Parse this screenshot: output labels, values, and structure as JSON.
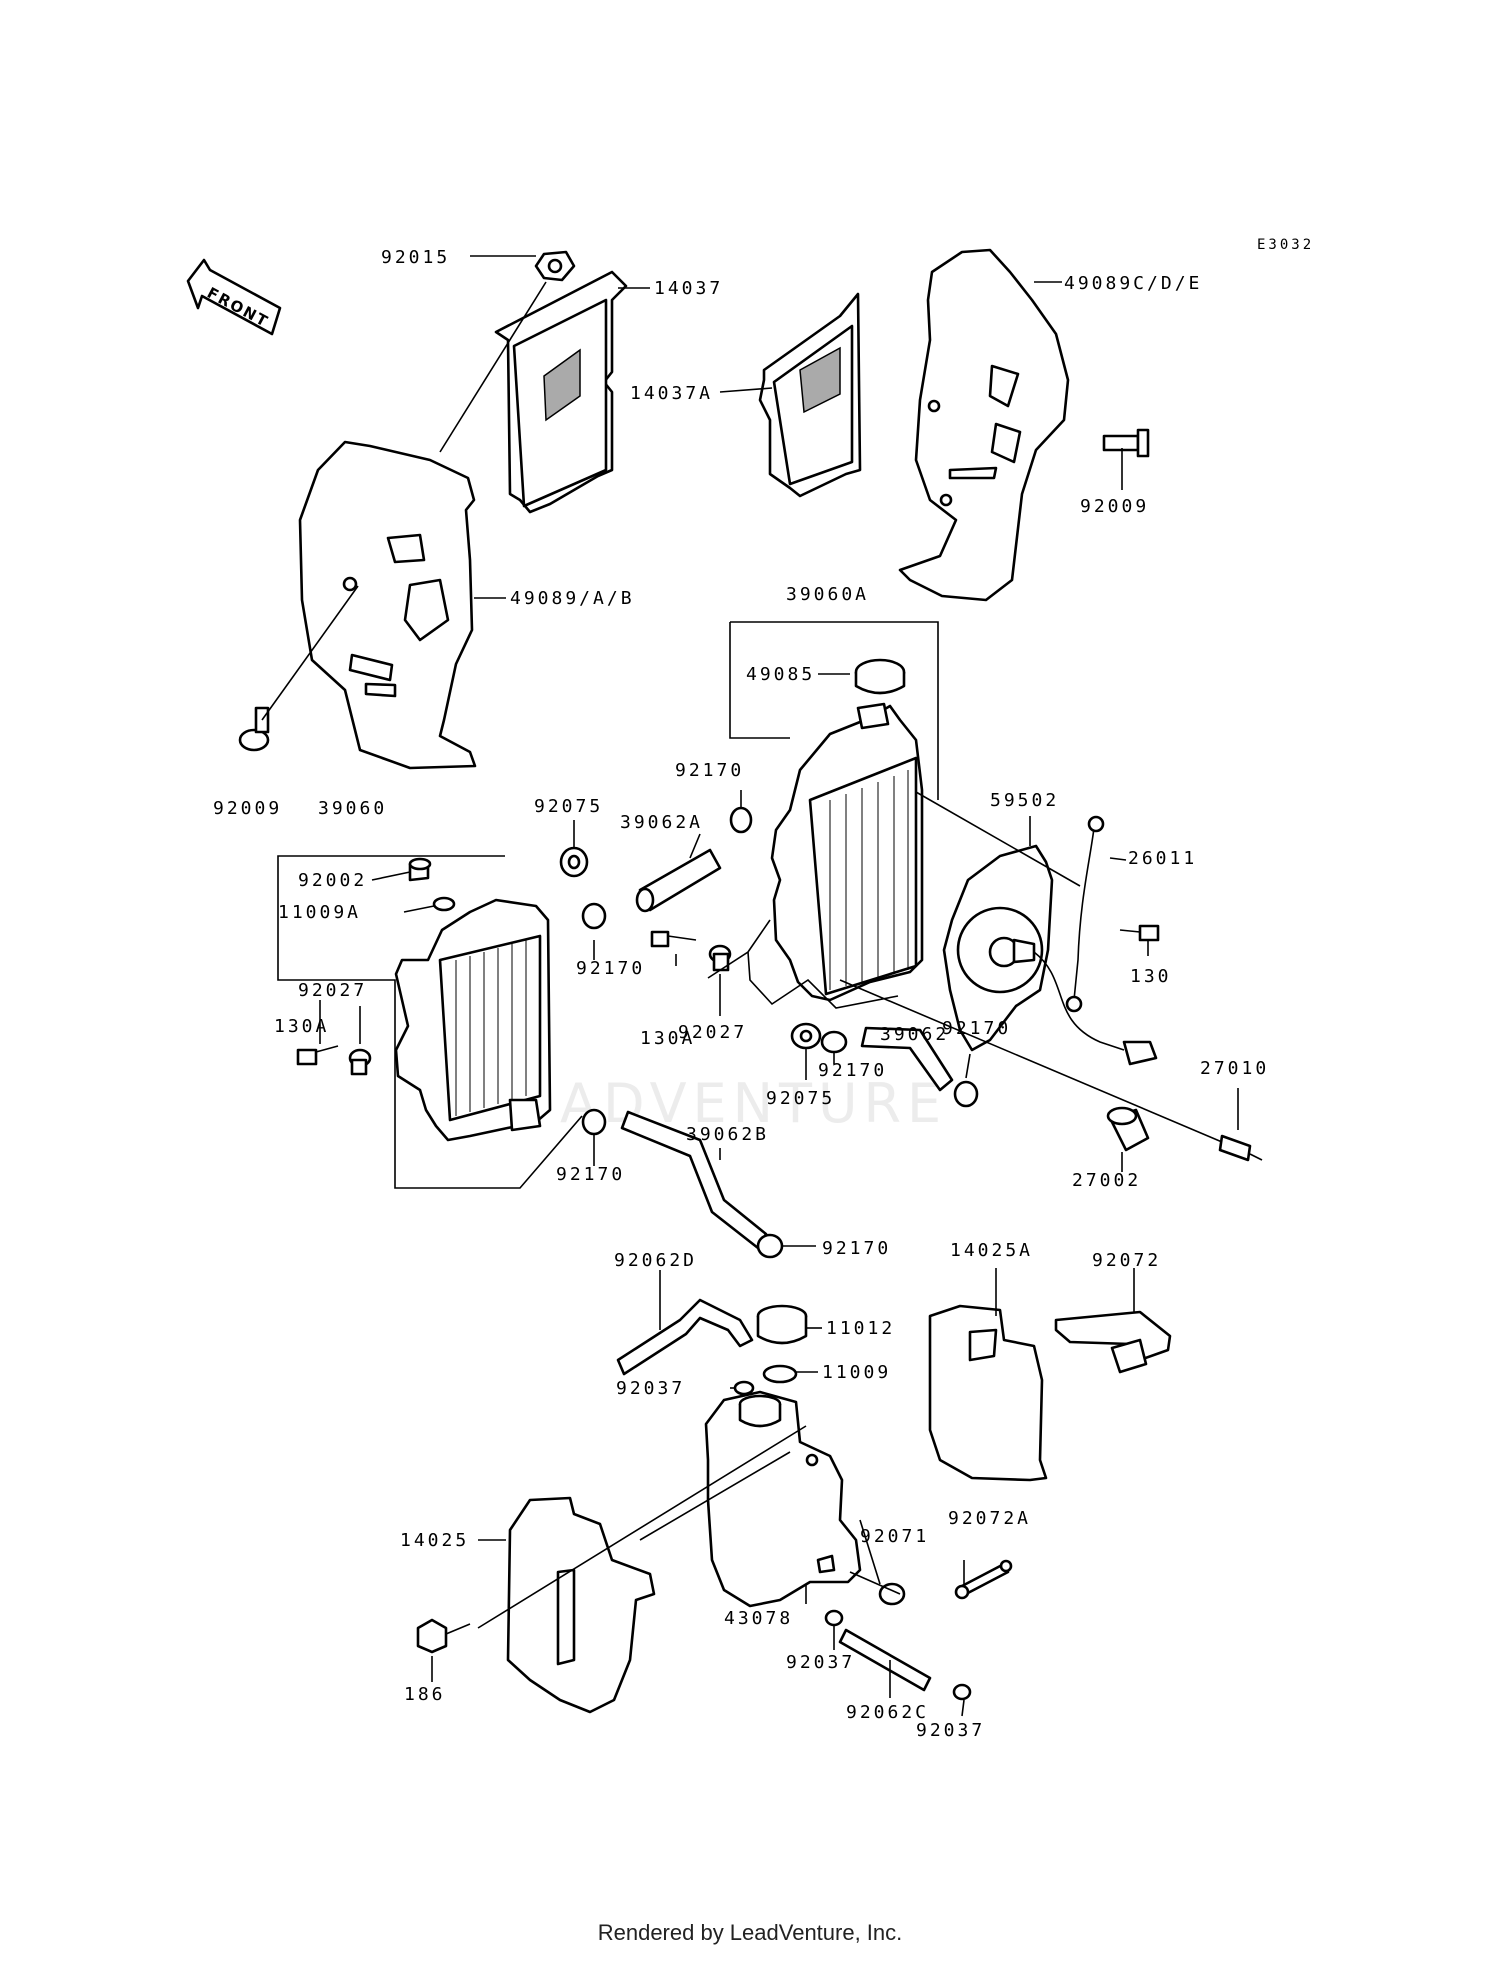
{
  "diagram": {
    "code": "E3032",
    "front_label": "FRONT",
    "watermark": "ADVENTURE",
    "footer": "Rendered by LeadVenture, Inc.",
    "labels": [
      "92015",
      "14037",
      "14037A",
      "49089C/D/E",
      "92009",
      "49089/A/B",
      "92009",
      "39060A",
      "49085",
      "92170",
      "39062A",
      "59502",
      "26011",
      "39060",
      "92075",
      "92002",
      "11009A",
      "92170",
      "130",
      "92027",
      "130A",
      "130A",
      "92027",
      "39062",
      "92170",
      "27010",
      "92170",
      "92075",
      "92170",
      "39062B",
      "27002",
      "92170",
      "92062D",
      "11012",
      "14025A",
      "92072",
      "92037",
      "11009",
      "92071",
      "92072A",
      "14025",
      "43078",
      "186",
      "92037",
      "92062C",
      "92037"
    ]
  }
}
